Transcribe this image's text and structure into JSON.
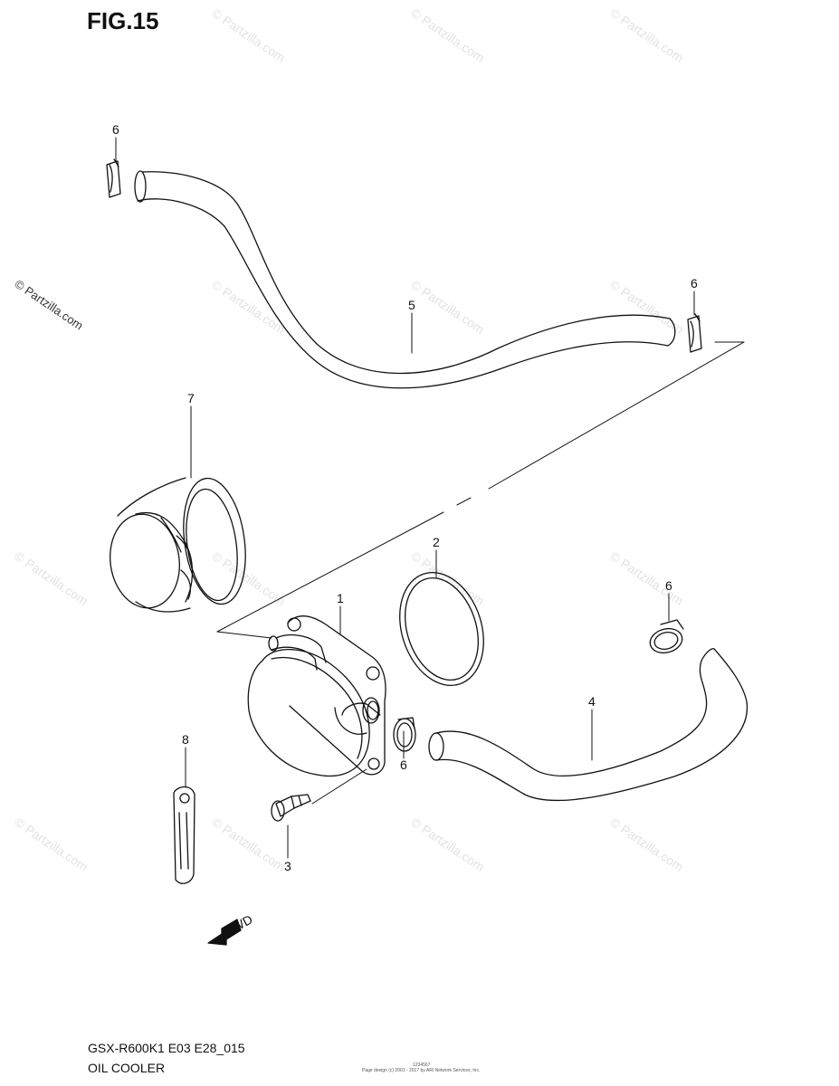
{
  "header": {
    "figure": "FIG.15"
  },
  "footer": {
    "model_code": "GSX-R600K1 E03 E28_015",
    "caption": "OIL COOLER",
    "small_code": "1234567",
    "copyright": "Page design (c) 2001 - 2017 by ARI Network Services, Inc."
  },
  "watermark": {
    "text": "© Partzilla.com"
  },
  "fwd_label": "FWD",
  "callouts": [
    {
      "id": "callout-6-top",
      "label": "6"
    },
    {
      "id": "callout-5",
      "label": "5"
    },
    {
      "id": "callout-6-right",
      "label": "6"
    },
    {
      "id": "callout-7",
      "label": "7"
    },
    {
      "id": "callout-2",
      "label": "2"
    },
    {
      "id": "callout-1",
      "label": "1"
    },
    {
      "id": "callout-6-mid",
      "label": "6"
    },
    {
      "id": "callout-6-center",
      "label": "6"
    },
    {
      "id": "callout-4",
      "label": "4"
    },
    {
      "id": "callout-8",
      "label": "8"
    },
    {
      "id": "callout-3",
      "label": "3"
    }
  ]
}
